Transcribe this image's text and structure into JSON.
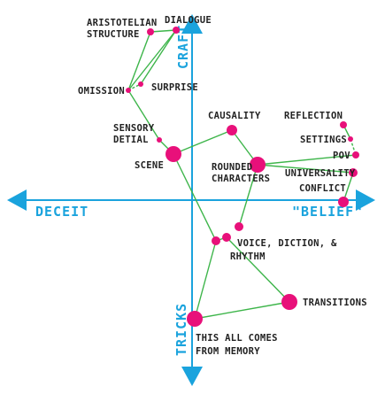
{
  "axes": {
    "left": "DECEIT",
    "right": "\"BELIEF\"",
    "top": "CRAFT",
    "bottom": "TRICKS",
    "color": "#1aa3dd"
  },
  "colors": {
    "node": "#e8107a",
    "edge": "#3db54a",
    "text": "#222222"
  },
  "nodes": [
    {
      "id": "aristotelian",
      "lines": [
        "ARISTOTELIAN",
        "STRUCTURE"
      ],
      "size": "small"
    },
    {
      "id": "dialogue",
      "lines": [
        "DIALOGUE"
      ],
      "size": "small"
    },
    {
      "id": "omission",
      "lines": [
        "OMISSION"
      ],
      "size": "small"
    },
    {
      "id": "surprise",
      "lines": [
        "SURPRISE"
      ],
      "size": "small"
    },
    {
      "id": "sensory",
      "lines": [
        "SENSORY",
        "DETIAL"
      ],
      "size": "small"
    },
    {
      "id": "scene",
      "lines": [
        "SCENE"
      ],
      "size": "large"
    },
    {
      "id": "causality",
      "lines": [
        "CAUSALITY"
      ],
      "size": "medium"
    },
    {
      "id": "rounded",
      "lines": [
        "ROUNDED",
        "CHARACTERS"
      ],
      "size": "large"
    },
    {
      "id": "reflection",
      "lines": [
        "REFLECTION"
      ],
      "size": "small"
    },
    {
      "id": "settings",
      "lines": [
        "SETTINGS"
      ],
      "size": "small"
    },
    {
      "id": "pov",
      "lines": [
        "POV"
      ],
      "size": "small"
    },
    {
      "id": "universality",
      "lines": [
        "UNIVERSALITY"
      ],
      "size": "medium"
    },
    {
      "id": "conflict",
      "lines": [
        "CONFLICT"
      ],
      "size": "medium"
    },
    {
      "id": "voice",
      "lines": [
        "VOICE, DICTION, &",
        "RHYTHM"
      ],
      "size": "medium"
    },
    {
      "id": "transitions",
      "lines": [
        "TRANSITIONS"
      ],
      "size": "large"
    },
    {
      "id": "memory",
      "lines": [
        "THIS ALL COMES",
        "FROM MEMORY"
      ],
      "size": "large"
    }
  ]
}
